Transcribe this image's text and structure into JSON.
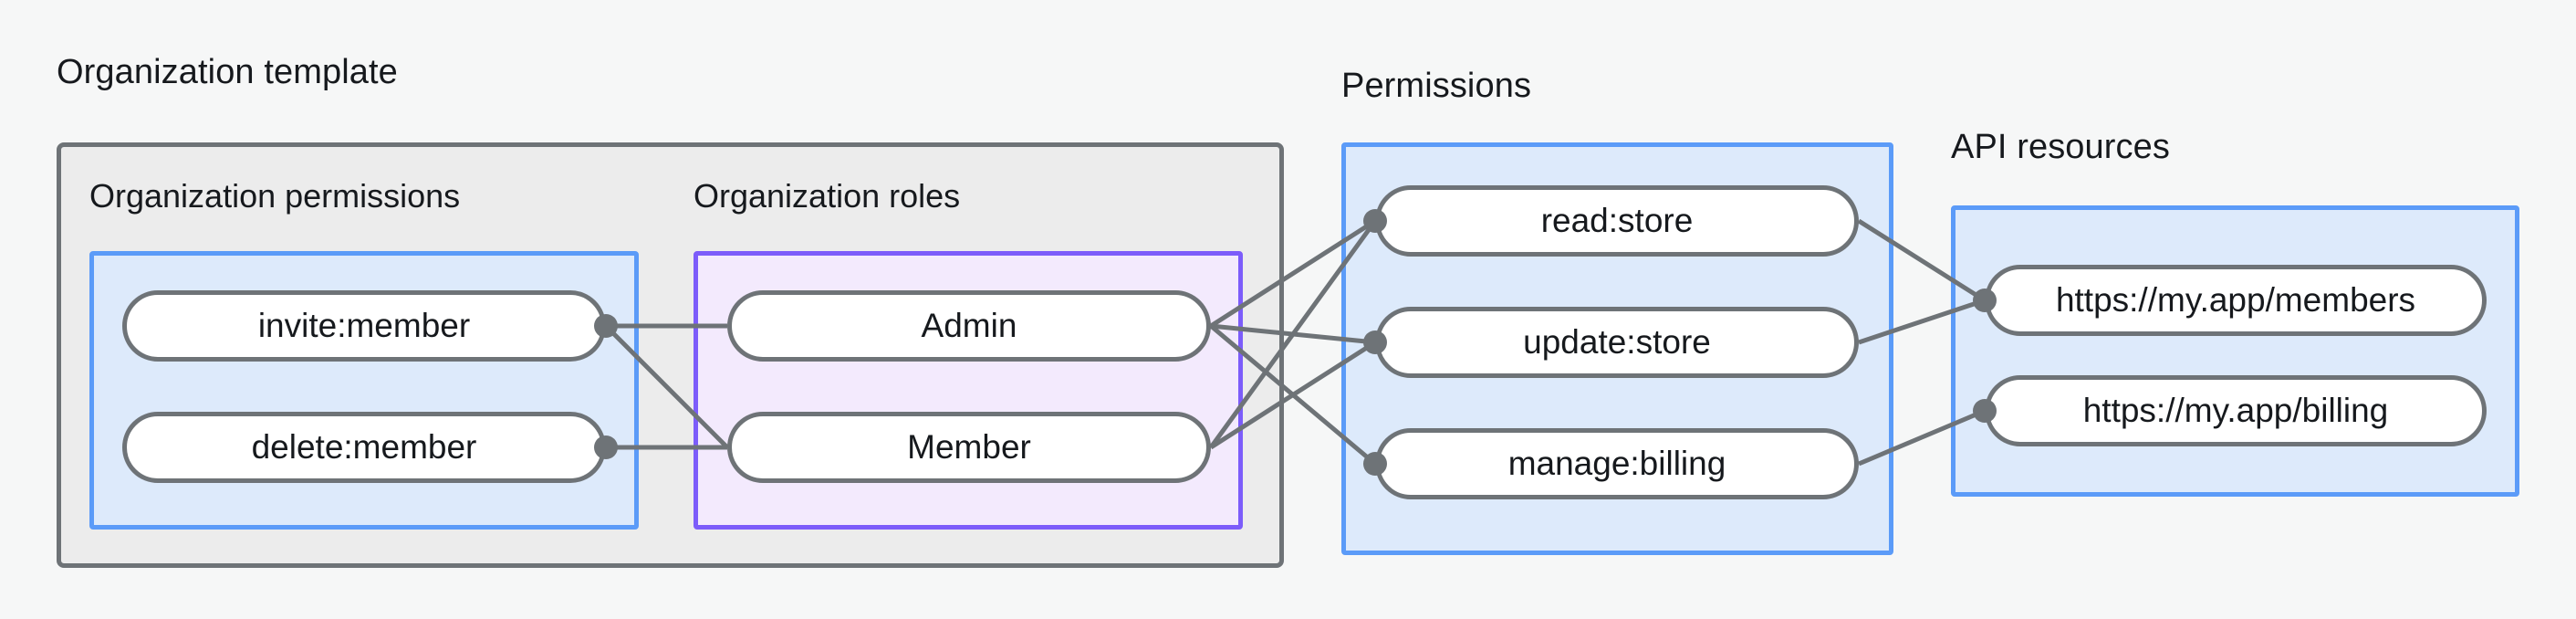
{
  "diagram": {
    "background_color": "#f6f7f7",
    "groups": [
      {
        "id": "organization-template",
        "title": "Organization template",
        "fill": "#ececec",
        "border": "#6e7377"
      },
      {
        "id": "permissions",
        "title": "Permissions",
        "fill": "#ddeafb",
        "border": "#5b9bf8"
      },
      {
        "id": "api-resources",
        "title": "API resources",
        "fill": "#ddeafb",
        "border": "#5b9bf8"
      }
    ],
    "subgroups": [
      {
        "id": "organization-permissions",
        "title": "Organization permissions",
        "fill": "#ddeafb",
        "border": "#5b9bf8"
      },
      {
        "id": "organization-roles",
        "title": "Organization roles",
        "fill": "#f3eafd",
        "border": "#7c5cfa"
      }
    ],
    "nodes": {
      "organization_permissions": [
        {
          "id": "invite-member",
          "label": "invite:member"
        },
        {
          "id": "delete-member",
          "label": "delete:member"
        }
      ],
      "organization_roles": [
        {
          "id": "admin",
          "label": "Admin"
        },
        {
          "id": "member",
          "label": "Member"
        }
      ],
      "permissions": [
        {
          "id": "read-store",
          "label": "read:store"
        },
        {
          "id": "update-store",
          "label": "update:store"
        },
        {
          "id": "manage-billing",
          "label": "manage:billing"
        }
      ],
      "api_resources": [
        {
          "id": "members-url",
          "label": "https://my.app/members"
        },
        {
          "id": "billing-url",
          "label": "https://my.app/billing"
        }
      ]
    },
    "edges": [
      {
        "from": "invite-member",
        "to": "admin"
      },
      {
        "from": "invite-member",
        "to": "member"
      },
      {
        "from": "delete-member",
        "to": "member"
      },
      {
        "from": "admin",
        "to": "read-store"
      },
      {
        "from": "admin",
        "to": "update-store"
      },
      {
        "from": "admin",
        "to": "manage-billing"
      },
      {
        "from": "member",
        "to": "read-store"
      },
      {
        "from": "member",
        "to": "update-store"
      },
      {
        "from": "read-store",
        "to": "members-url"
      },
      {
        "from": "update-store",
        "to": "members-url"
      },
      {
        "from": "manage-billing",
        "to": "billing-url"
      }
    ],
    "edge_color": "#6e7377"
  }
}
